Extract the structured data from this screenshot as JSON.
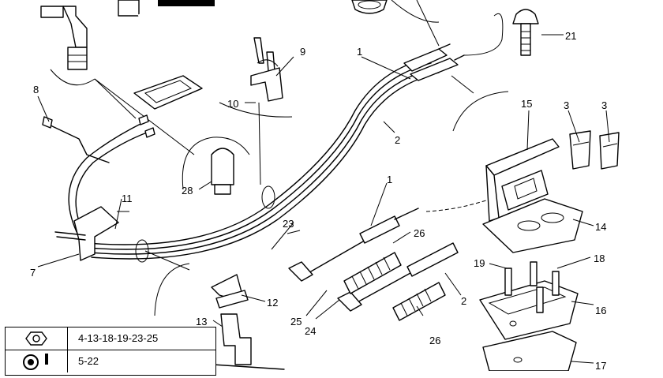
{
  "callouts": {
    "c1a": "1",
    "c1b": "1",
    "c2a": "2",
    "c2b": "2",
    "c3a": "3",
    "c3b": "3",
    "c7": "7",
    "c8": "8",
    "c9": "9",
    "c10": "10",
    "c11": "11",
    "c12": "12",
    "c13": "13",
    "c14": "14",
    "c15": "15",
    "c16": "16",
    "c17": "17",
    "c18": "18",
    "c19": "19",
    "c21": "21",
    "c23": "23",
    "c24": "24",
    "c25": "25",
    "c26a": "26",
    "c26b": "26",
    "c28": "28"
  },
  "legend": {
    "row1_text": "4-13-18-19-23-25",
    "row1_icon": "hex-nut-icon",
    "row2_text": "5-22",
    "row2_icon": "washer-icon"
  }
}
